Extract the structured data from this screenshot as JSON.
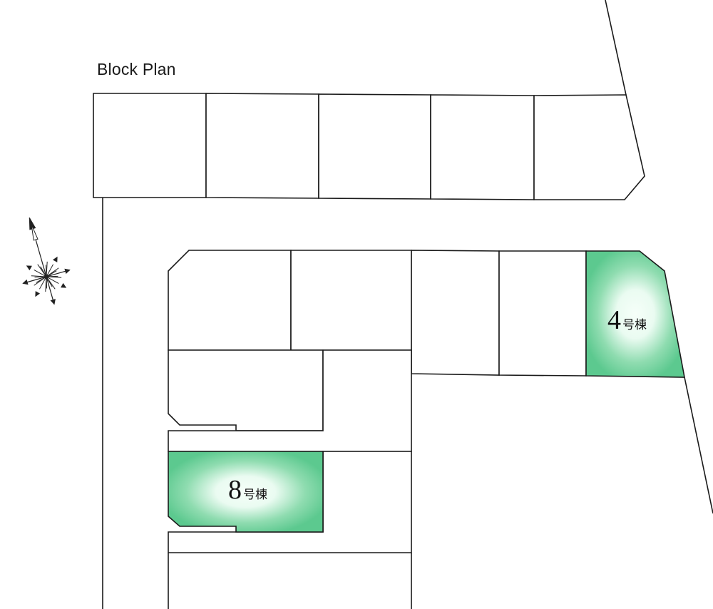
{
  "title": "Block Plan",
  "colors": {
    "highlight": "#5cc98f",
    "highlight_center": "#f6fff9",
    "line": "#1a1a1a"
  },
  "lots": {
    "lot4": {
      "number": "4",
      "suffix": "号棟",
      "highlighted": true
    },
    "lot8": {
      "number": "8",
      "suffix": "号棟",
      "highlighted": true
    }
  },
  "compass": {
    "icon": "north-arrow-icon"
  }
}
